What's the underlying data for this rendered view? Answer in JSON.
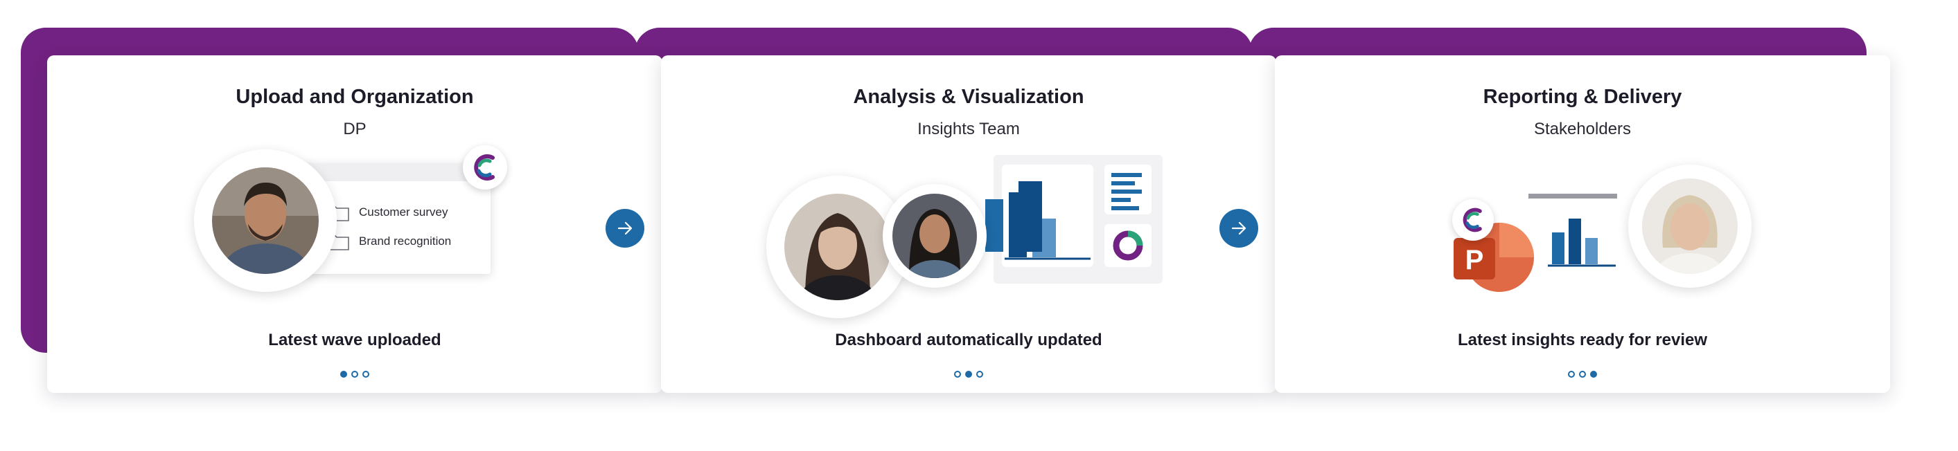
{
  "steps": [
    {
      "title": "Upload and Organization",
      "subtitle": "DP",
      "caption": "Latest wave uploaded",
      "folders": [
        "Customer survey",
        "Brand recognition"
      ],
      "dots": [
        true,
        false,
        false
      ]
    },
    {
      "title": "Analysis & Visualization",
      "subtitle": "Insights Team",
      "caption": "Dashboard automatically updated",
      "dots": [
        false,
        true,
        false
      ]
    },
    {
      "title": "Reporting & Delivery",
      "subtitle": "Stakeholders",
      "caption": "Latest insights ready for review",
      "dots": [
        false,
        false,
        true
      ]
    }
  ],
  "icons": {
    "next": "arrow-right-icon",
    "folder": "folder-icon",
    "logo": "brand-logo-c-icon",
    "powerpoint": "powerpoint-icon"
  },
  "colors": {
    "accent_purple": "#722282",
    "accent_blue": "#1d6aa7",
    "bar_dark": "#0f4c86",
    "bar_light": "#5b95c8",
    "ppt_red": "#c2421f"
  }
}
